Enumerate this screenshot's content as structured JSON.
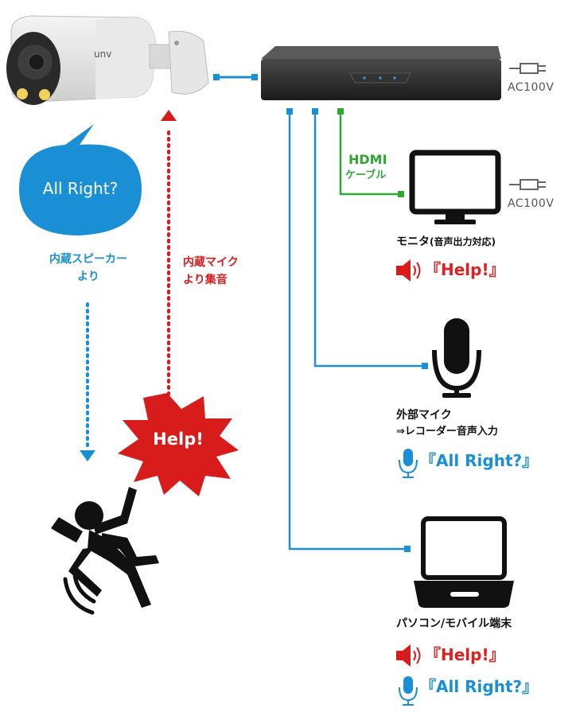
{
  "camera": {
    "brand_logo": "unv"
  },
  "speech_bubble": {
    "text": "All Right?"
  },
  "speaker_label": [
    "内蔵スピーカー",
    "より"
  ],
  "mic_label": [
    "内蔵マイク",
    "より集音"
  ],
  "burst": {
    "text": "Help!"
  },
  "hdmi_label": [
    "HDMI",
    "ケーブル"
  ],
  "power_labels": {
    "recorder": "AC100V",
    "monitor": "AC100V"
  },
  "monitor": {
    "label": "モニタ",
    "sub": "(音声出力対応)",
    "audio": "『Help!』"
  },
  "external_mic": {
    "label": "外部マイク",
    "sub": "⇒レコーダー音声入力",
    "audio": "『All Right?』"
  },
  "pc": {
    "label": "パソコン/モバイル端末",
    "audio_out": "『Help!』",
    "audio_in": "『All Right?』"
  },
  "colors": {
    "blue": "#1a8fd6",
    "red": "#d81c1c",
    "green": "#2ea632",
    "black": "#111111"
  }
}
